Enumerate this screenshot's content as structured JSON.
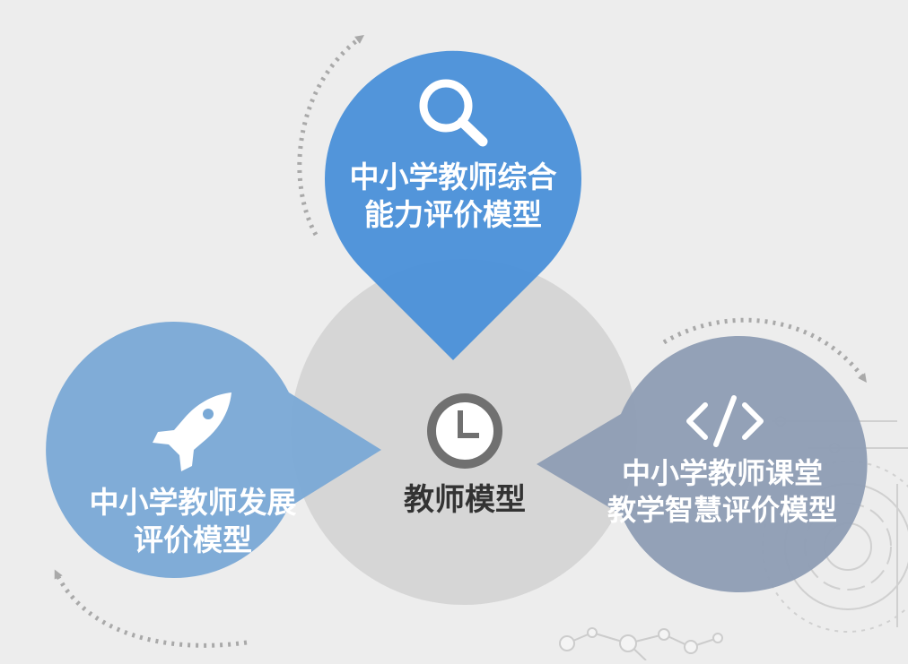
{
  "colors": {
    "background": "#ededed",
    "center_circle": "#d6d6d6",
    "top_bubble": "#4a90d9",
    "left_bubble": "#7aa9d6",
    "right_bubble": "#8e9db4",
    "arrow_dots": "#a9a9a9",
    "center_text": "#333333",
    "bubble_text": "#ffffff"
  },
  "center": {
    "label": "教师模型",
    "icon": "clock-icon"
  },
  "models": [
    {
      "id": "top",
      "icon": "search-icon",
      "lines": [
        "中小学教师综合",
        "能力评价模型"
      ]
    },
    {
      "id": "left",
      "icon": "rocket-icon",
      "lines": [
        "中小学教师发展",
        "评价模型"
      ]
    },
    {
      "id": "right",
      "icon": "code-icon",
      "lines": [
        "中小学教师课堂",
        "教学智慧评价模型"
      ]
    }
  ]
}
